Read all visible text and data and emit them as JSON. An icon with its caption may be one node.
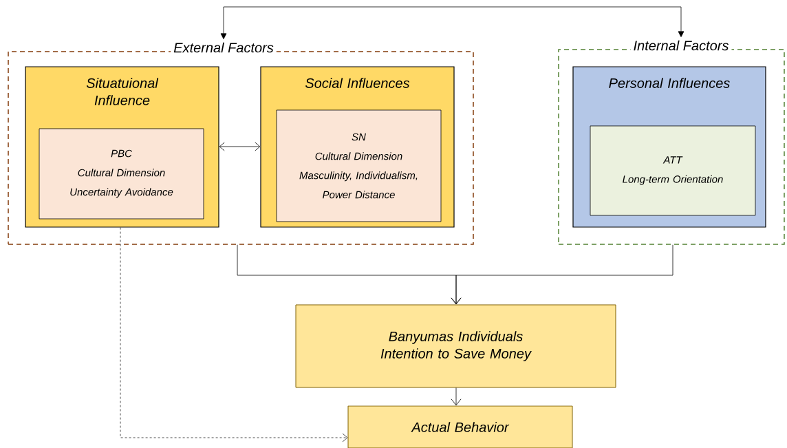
{
  "diagram": {
    "nodes": [
      {
        "text": [
          "External Factors"
        ]
      },
      {
        "text": [
          "Situatuional Influence"
        ],
        "in": 0
      },
      {
        "text": [
          "PBC",
          "Cultural Dimension",
          "Uncertainty Avoidance"
        ],
        "in": 1
      },
      {
        "text": [
          "Social Influences"
        ],
        "in": 0
      },
      {
        "text": [
          "SN",
          "Cultural Dimension",
          "Masculinity, Individualism, Power Distance"
        ],
        "in": 3
      },
      {
        "text": [
          "Internal Factors"
        ]
      },
      {
        "text": [
          "Personal Influences"
        ],
        "in": 5
      },
      {
        "text": [
          "ATT",
          "Long-term Orientation"
        ],
        "in": 6
      },
      {
        "text": [
          "Banyumas Individuals Intention to Save Money"
        ]
      },
      {
        "text": [
          "Actual Behavior"
        ]
      }
    ],
    "edges": [
      {
        "from": 0,
        "to": 5,
        "arrow": "both"
      },
      {
        "from": 1,
        "to": 3,
        "arrow": "both"
      },
      {
        "from": 0,
        "to": 8,
        "arrow": "to"
      },
      {
        "from": 5,
        "to": 8,
        "arrow": "to"
      },
      {
        "from": 8,
        "to": 9,
        "arrow": "to"
      },
      {
        "from": 1,
        "to": 9,
        "arrow": "to",
        "style": "dashed"
      }
    ]
  }
}
